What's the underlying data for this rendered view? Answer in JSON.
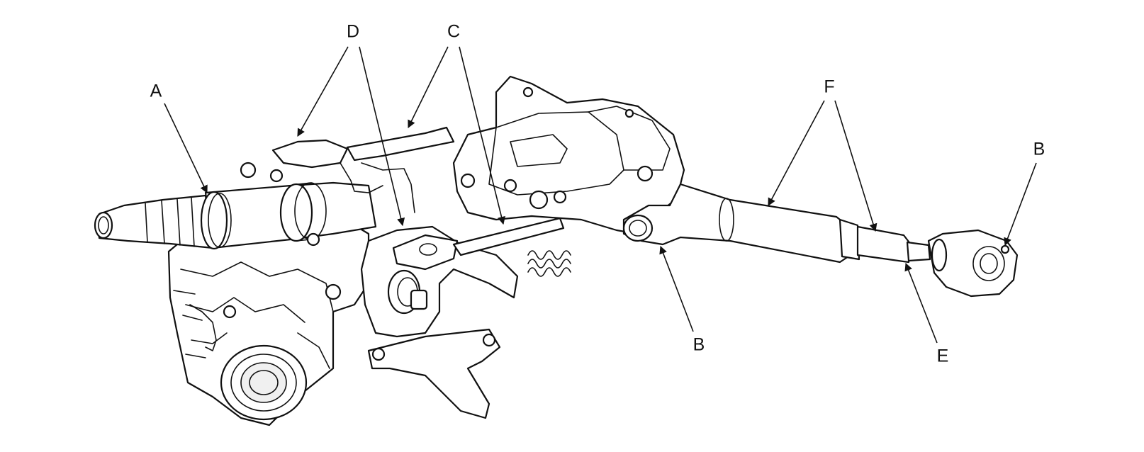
{
  "labels": {
    "a": "A",
    "b_left": "B",
    "b_right": "B",
    "c": "C",
    "d": "D",
    "e": "E",
    "f": "F"
  }
}
